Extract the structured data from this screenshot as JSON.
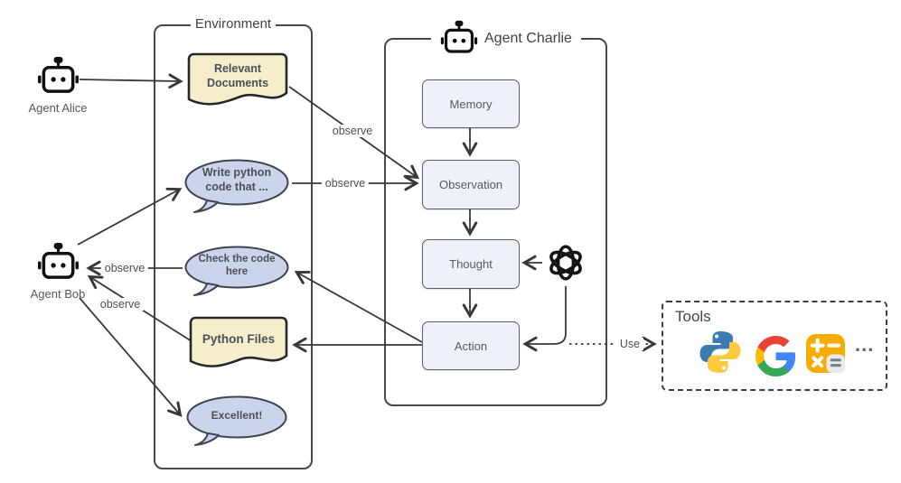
{
  "canvas": {
    "background": "#ffffff",
    "line_color": "#35393d"
  },
  "agents": {
    "alice": {
      "label": "Agent Alice",
      "icon": "robot-icon"
    },
    "bob": {
      "label": "Agent Bob",
      "icon": "robot-icon"
    }
  },
  "environment": {
    "title": "Environment",
    "nodes": {
      "relevant_documents": {
        "type": "document",
        "label": "Relevant Documents",
        "fill": "#f6edcb"
      },
      "write_python": {
        "type": "speech-bubble",
        "label": "Write python code that ...",
        "fill": "#ccd4ec"
      },
      "check_code": {
        "type": "speech-bubble",
        "label": "Check the code here",
        "fill": "#ccd4ec"
      },
      "python_files": {
        "type": "document",
        "label": "Python Files",
        "fill": "#f6edcb"
      },
      "excellent": {
        "type": "speech-bubble",
        "label": "Excellent!",
        "fill": "#ccd4ec"
      }
    }
  },
  "charlie": {
    "title": "Agent Charlie",
    "icon": "robot-icon",
    "steps": {
      "memory": "Memory",
      "observation": "Observation",
      "thought": "Thought",
      "action": "Action"
    },
    "model_icon": "openai-logo"
  },
  "labels": {
    "observe": "observe",
    "use": "Use"
  },
  "tools": {
    "title": "Tools",
    "icons": [
      "python-logo",
      "google-logo",
      "calculator-icon"
    ],
    "ellipsis": "..."
  },
  "edges": [
    {
      "from": "agent-alice",
      "to": "relevant-documents"
    },
    {
      "from": "relevant-documents",
      "to": "observation",
      "label": "observe"
    },
    {
      "from": "write-python-bubble",
      "to": "observation",
      "label": "observe"
    },
    {
      "from": "agent-bob",
      "to": "write-python-bubble"
    },
    {
      "from": "check-code-bubble",
      "to": "agent-bob",
      "label": "observe"
    },
    {
      "from": "python-files",
      "to": "agent-bob",
      "label": "observe"
    },
    {
      "from": "agent-bob",
      "to": "excellent-bubble"
    },
    {
      "from": "memory",
      "to": "observation"
    },
    {
      "from": "observation",
      "to": "thought"
    },
    {
      "from": "thought",
      "to": "action"
    },
    {
      "from": "openai-model",
      "to": "thought"
    },
    {
      "from": "openai-model",
      "to": "action"
    },
    {
      "from": "action",
      "to": "check-code-bubble"
    },
    {
      "from": "action",
      "to": "python-files"
    },
    {
      "from": "action",
      "to": "tools",
      "label": "Use",
      "style": "dotted"
    }
  ]
}
